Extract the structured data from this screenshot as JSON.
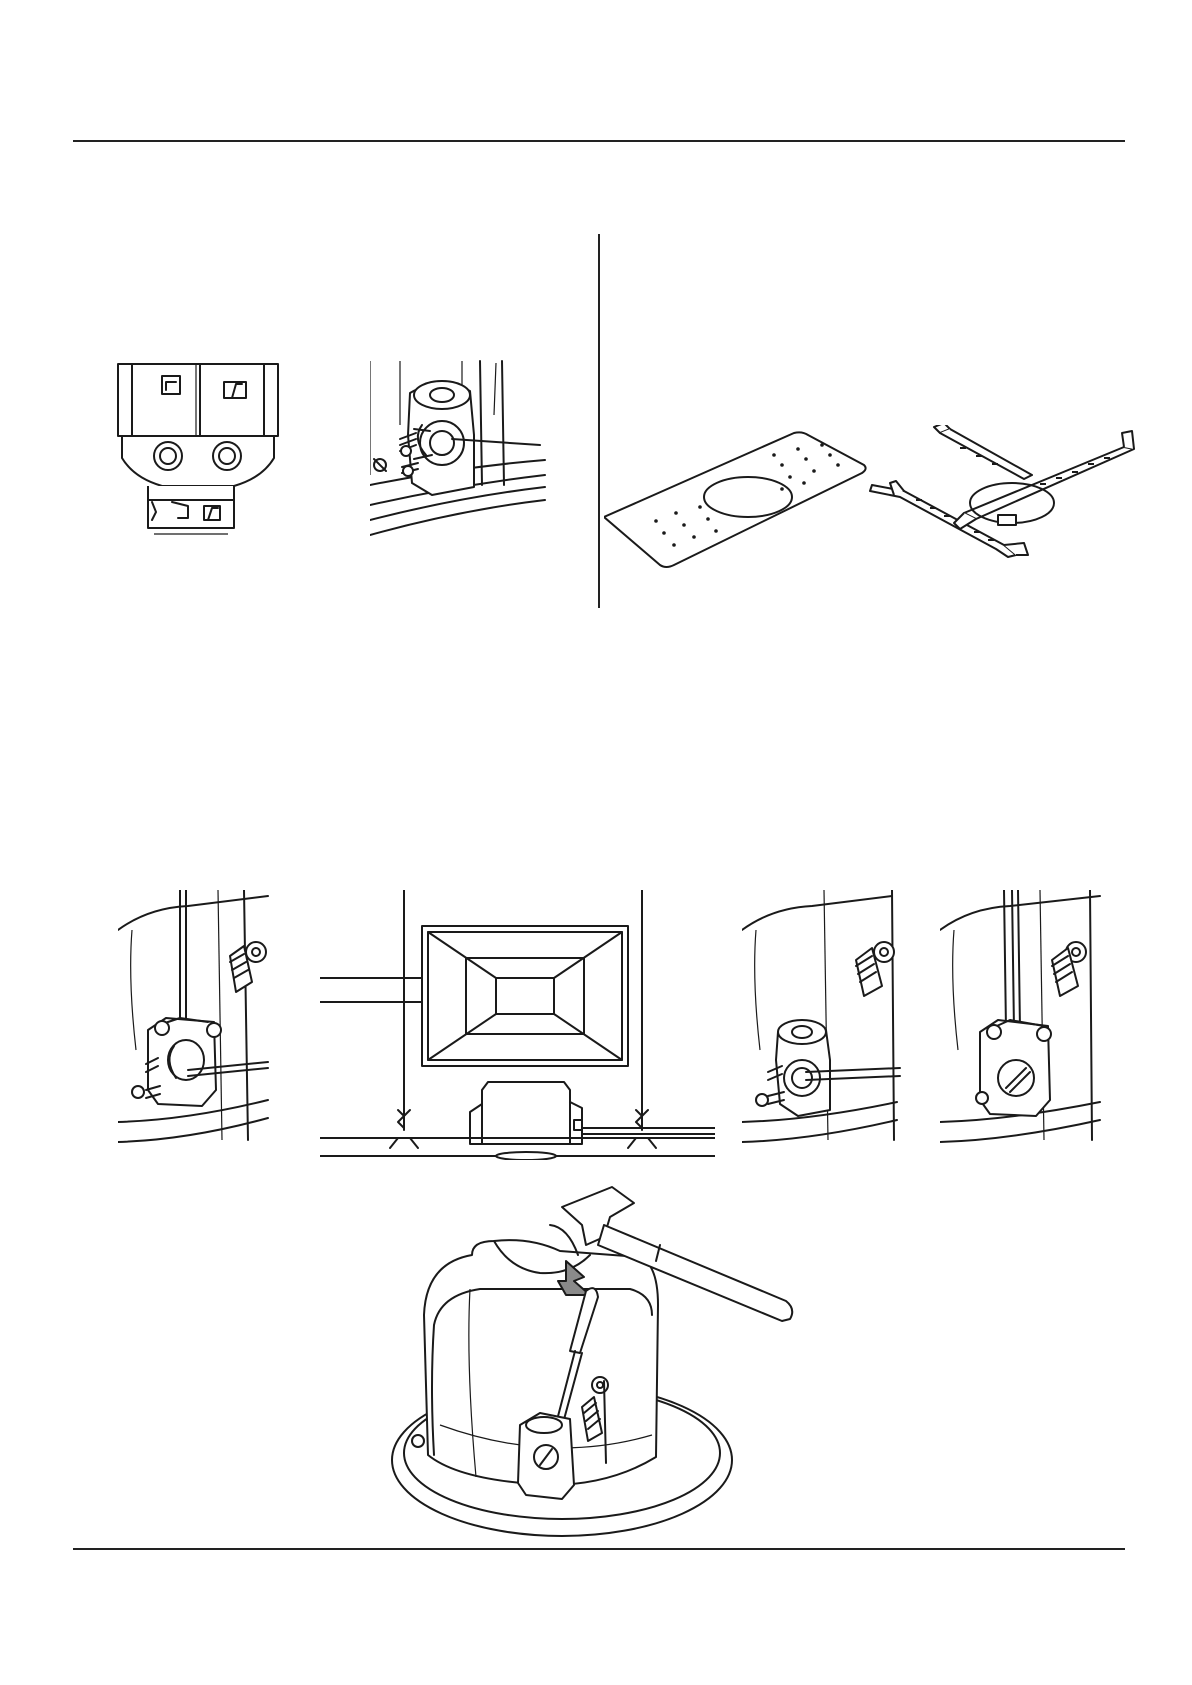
{
  "document": {
    "page_size": "A4",
    "layout": "installation-instructions-illustrations"
  },
  "figures": [
    {
      "id": "bracket-knockout",
      "icon": "wire-bracket-side-view"
    },
    {
      "id": "terminal-top",
      "icon": "terminal-with-spring-clips"
    },
    {
      "id": "mounting-accessories",
      "icon": "tile-bridge-and-rail-bracket"
    },
    {
      "id": "cable-in-clamp",
      "icon": "speaker-terminal-cable-inserted"
    },
    {
      "id": "ceiling-section",
      "icon": "ceiling-cross-section-with-speaker"
    },
    {
      "id": "terminal-cable-side",
      "icon": "speaker-terminal-cable-side"
    },
    {
      "id": "terminal-capped",
      "icon": "speaker-terminal-with-cap"
    },
    {
      "id": "knockout-removal",
      "icon": "hammer-and-screwdriver-on-speaker"
    }
  ]
}
